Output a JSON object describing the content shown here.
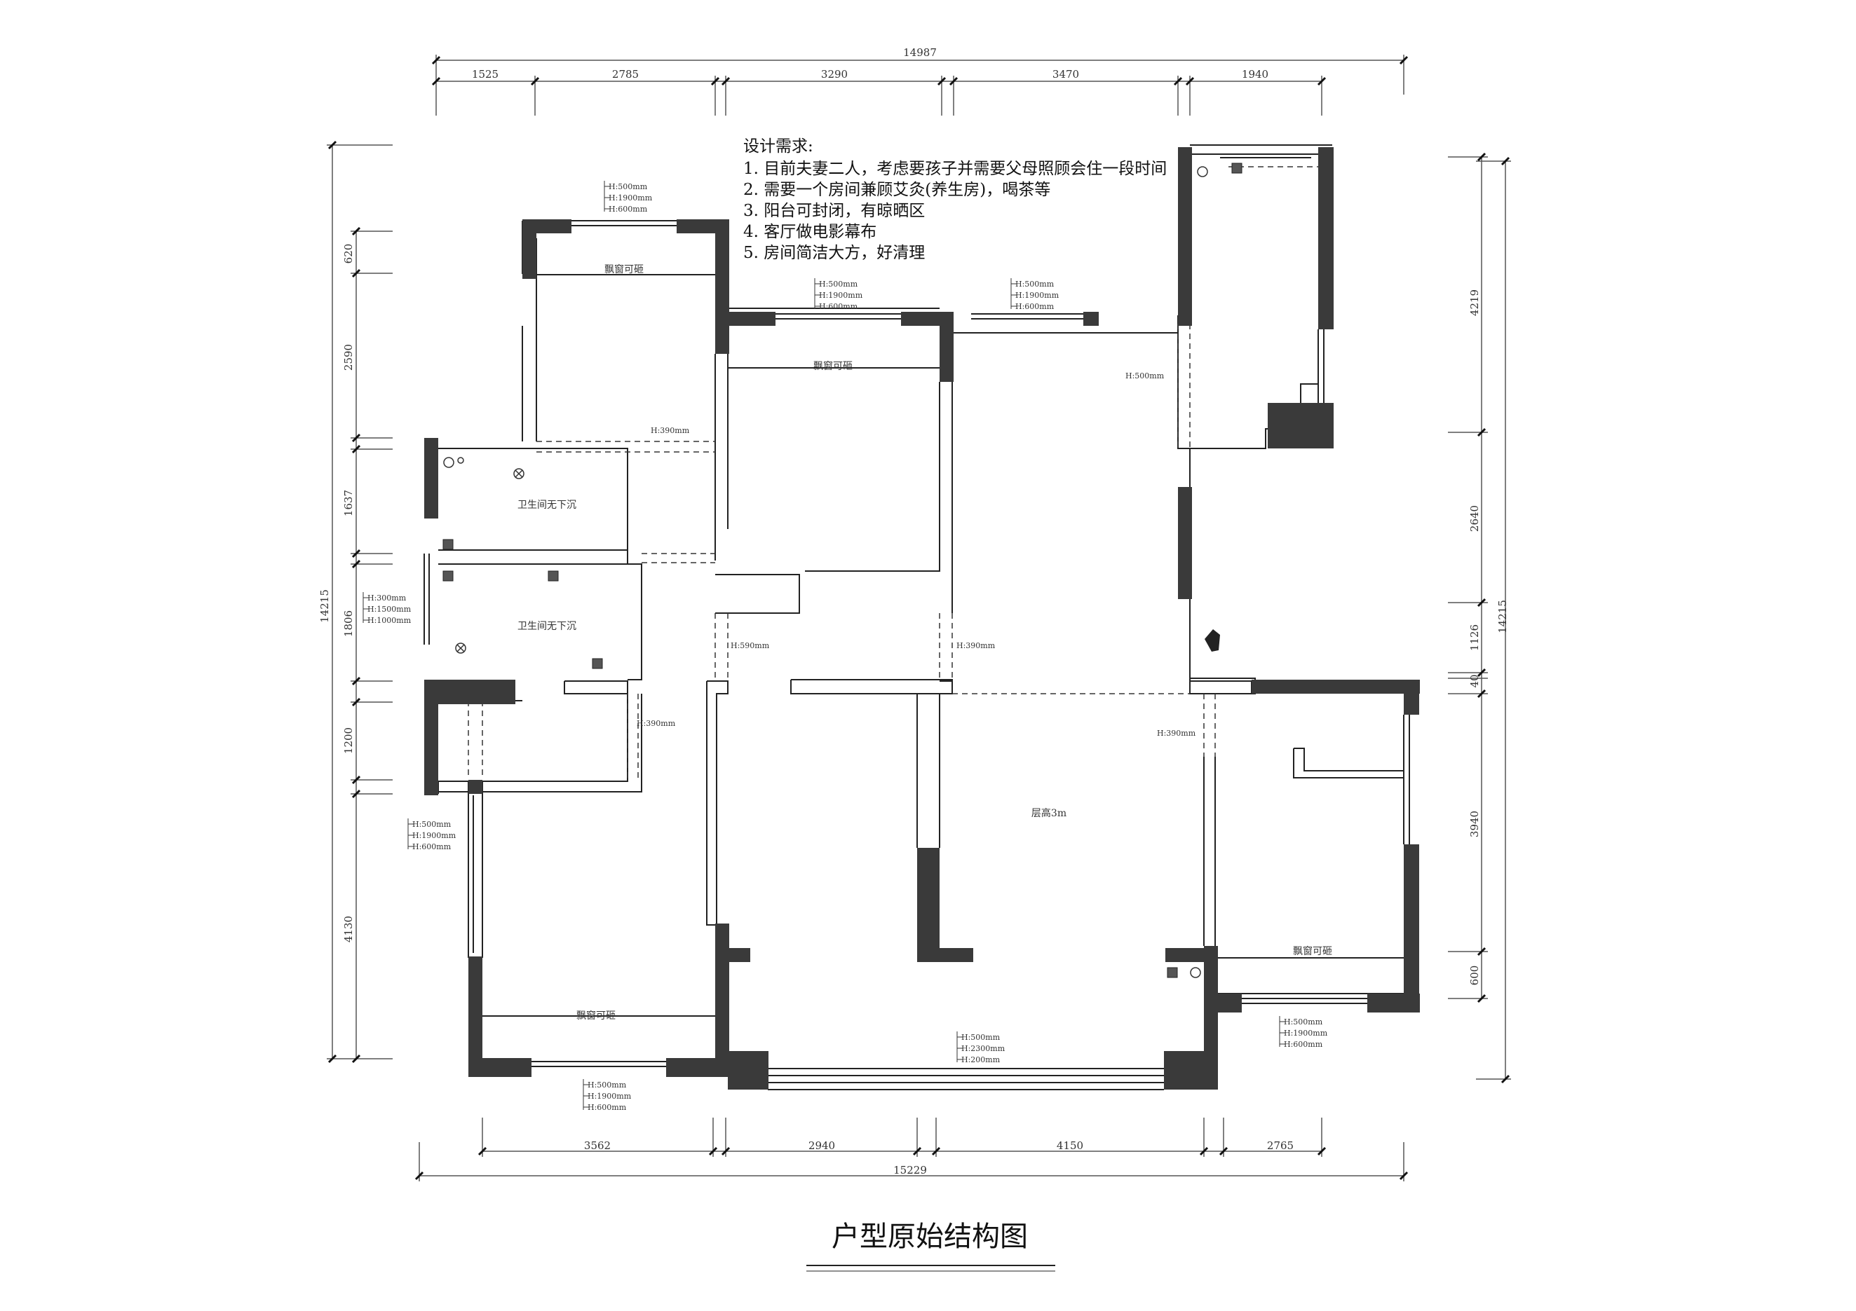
{
  "title": "户型原始结构图",
  "requirements": {
    "heading": "设计需求:",
    "items": [
      "1. 目前夫妻二人，考虑要孩子并需要父母照顾会住一段时间",
      "2. 需要一个房间兼顾艾灸(养生房)，喝茶等",
      "3. 阳台可封闭，有晾晒区",
      "4. 客厅做电影幕布",
      "5. 房间简洁大方，好清理"
    ]
  },
  "dimensions": {
    "top_total": "14987",
    "top": [
      "1525",
      "2785",
      "3290",
      "3470",
      "1940"
    ],
    "bottom_total": "15229",
    "bottom": [
      "3562",
      "2940",
      "4150",
      "2765"
    ],
    "left_total": "14215",
    "left": [
      "620",
      "2590",
      "1637",
      "1806",
      "1200",
      "4130"
    ],
    "right_total": "14215",
    "right": [
      "4219",
      "2640",
      "1126",
      "40",
      "3940",
      "600"
    ]
  },
  "rooms": {
    "bay_window": "飘窗可砸",
    "bathroom": "卫生间无下沉",
    "ceiling_height": "层高3m"
  },
  "window_specs": {
    "standard": [
      "H:500mm",
      "H:1900mm",
      "H:600mm"
    ],
    "bathroom": [
      "H:300mm",
      "H:1500mm",
      "H:1000mm"
    ],
    "living": [
      "H:500mm",
      "H:2300mm",
      "H:200mm"
    ]
  },
  "beam_heights": {
    "h390": "H:390mm",
    "h590": "H:590mm",
    "h500": "H:500mm"
  },
  "colors": {
    "wall": "#3a3a3a",
    "line": "#222222",
    "dim_line": "#555555"
  }
}
